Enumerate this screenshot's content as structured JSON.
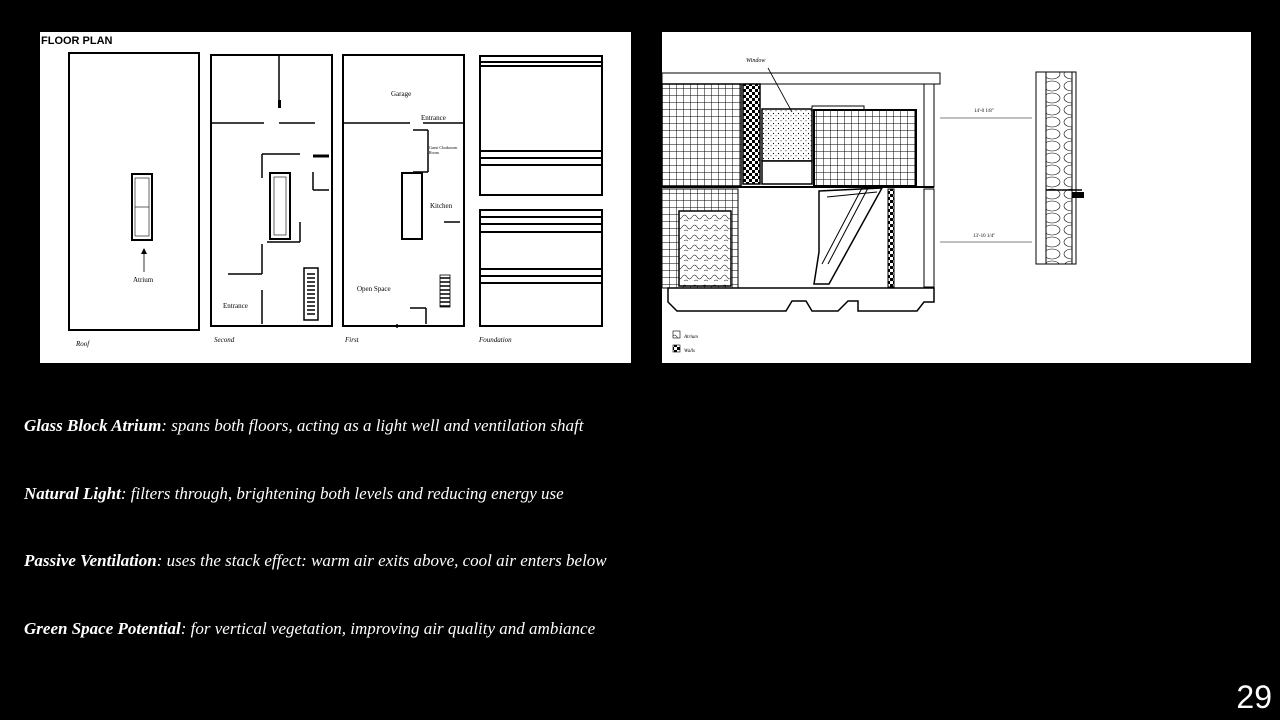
{
  "floor_plan": {
    "title": "FLOOR PLAN",
    "levels": {
      "roof": "Roof",
      "second": "Second",
      "first": "First",
      "foundation": "Foundation"
    },
    "rooms": {
      "atrium": "Atrium",
      "second_entrance": "Entrance",
      "garage": "Garage",
      "first_entrance": "Entrance",
      "guest_room_line1": "Guest Cloakroom",
      "guest_room_line2": "Room",
      "kitchen": "Kitchen",
      "open_space": "Open Space"
    }
  },
  "section": {
    "window_label": "Window",
    "dim_upper": "14'-0 1/8\"",
    "dim_lower": "13'-10 1/4\"",
    "legend": {
      "atrium": "Atrium",
      "walls": "Walls"
    }
  },
  "bullets": [
    {
      "term": "Glass Block Atrium",
      "text": ": spans both floors, acting as a light well and ventilation shaft"
    },
    {
      "term": "Natural Light",
      "text": ": filters through, brightening both levels and reducing energy use"
    },
    {
      "term": "Passive Ventilation",
      "text": ": uses the stack effect: warm air exits above, cool air enters below"
    },
    {
      "term": "Green Space Potential",
      "text": ":  for vertical vegetation, improving air quality and ambiance"
    }
  ],
  "page_number": "29"
}
